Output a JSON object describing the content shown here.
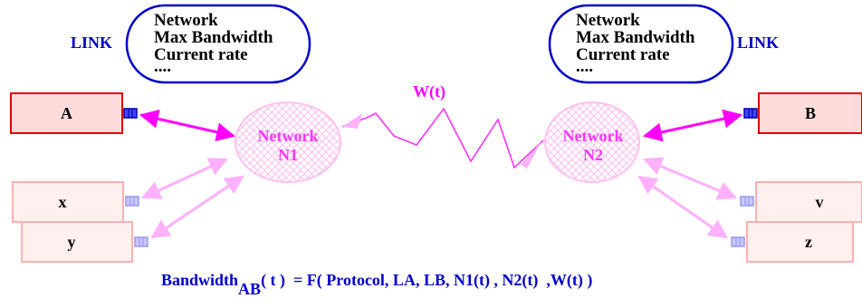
{
  "link_left": {
    "label": "LINK",
    "info": [
      "Network",
      "Max Bandwidth",
      "Current rate",
      "...."
    ]
  },
  "link_right": {
    "label": "LINK",
    "info": [
      "Network",
      "Max Bandwidth",
      "Current rate",
      "...."
    ]
  },
  "nodes": {
    "a": "A",
    "b": "B",
    "x": "x",
    "y": "y",
    "v": "v",
    "z": "z"
  },
  "networks": {
    "n1": [
      "Network",
      "N1"
    ],
    "n2": [
      "Network",
      "N2"
    ]
  },
  "wan_label": "W(t)",
  "formula": {
    "lead": "Bandwidth",
    "subscript": "AB",
    "rest": "( t )  = F( Protocol, LA, LB, N1(t) , N2(t)  ,W(t) )"
  },
  "colors": {
    "primary_node_border": "#e00000",
    "primary_node_fill": "#ffdcdc",
    "faded_node_border": "#ffb0b0",
    "faded_node_fill": "#fff0f0",
    "link_blue": "#0000cc",
    "network_pink": "#ff33ff",
    "faded_pink": "#ffb0ff"
  }
}
